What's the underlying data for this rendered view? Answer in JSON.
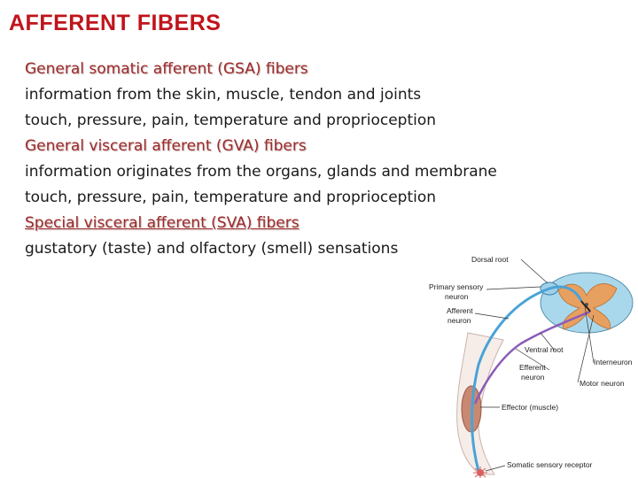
{
  "title": "AFFERENT FIBERS",
  "lines": [
    {
      "text": "General somatic afferent (GSA) fibers",
      "kind": "heading"
    },
    {
      "text": "information from the skin, muscle, tendon and joints",
      "kind": "body"
    },
    {
      "text": "touch, pressure, pain, temperature and proprioception",
      "kind": "body"
    },
    {
      "text": "General visceral afferent (GVA) fibers",
      "kind": "heading"
    },
    {
      "text": "information originates from the organs, glands and membrane",
      "kind": "body"
    },
    {
      "text": "touch, pressure, pain, temperature and proprioception",
      "kind": "body"
    },
    {
      "text": "Special visceral afferent (SVA) fibers",
      "kind": "heading-underlined"
    },
    {
      "text": "gustatory (taste) and olfactory (smell) sensations",
      "kind": "body"
    }
  ],
  "diagram": {
    "labels": {
      "dorsal_root": "Dorsal root",
      "primary_sensory_neuron_1": "Primary sensory",
      "primary_sensory_neuron_2": "neuron",
      "afferent_neuron_1": "Afferent",
      "afferent_neuron_2": "neuron",
      "ventral_root": "Ventral root",
      "efferent_neuron_1": "Efferent",
      "efferent_neuron_2": "neuron",
      "interneuron": "Interneuron",
      "motor_neuron": "Motor neuron",
      "effector": "Effector (muscle)",
      "receptor": "Somatic sensory receptor"
    },
    "colors": {
      "afferent": "#4aa3d6",
      "efferent": "#8a5cb8",
      "gray_matter": "#e8a060",
      "white_matter": "#a9d8ec",
      "muscle": "#c98872"
    }
  }
}
